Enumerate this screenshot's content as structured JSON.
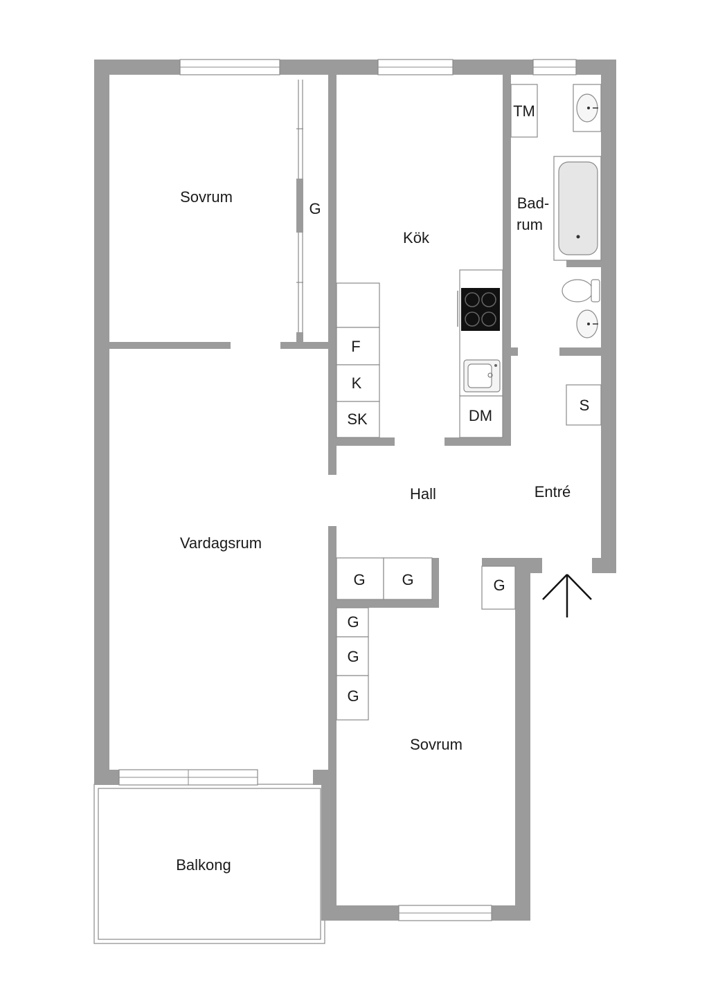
{
  "rooms": {
    "sovrum_1": "Sovrum",
    "kok": "Kök",
    "badrum_1": "Bad-",
    "badrum_2": "rum",
    "vardagsrum": "Vardagsrum",
    "hall": "Hall",
    "entre": "Entré",
    "sovrum_2": "Sovrum",
    "balkong": "Balkong"
  },
  "fixtures": {
    "wardrobe": "G",
    "fridge": "F",
    "freezer": "K",
    "pantry": "SK",
    "dishwasher": "DM",
    "washer": "TM",
    "storage": "S"
  },
  "colors": {
    "wall": "#9b9b9b",
    "outline": "#8a8a8a",
    "floor": "#ffffff"
  },
  "icons": {
    "entrance": "entrance-arrow-icon",
    "stove": "stove-icon",
    "sink": "kitchen-sink-icon",
    "bathtub": "bathtub-icon",
    "toilet": "toilet-icon",
    "washbasin": "washbasin-icon"
  }
}
